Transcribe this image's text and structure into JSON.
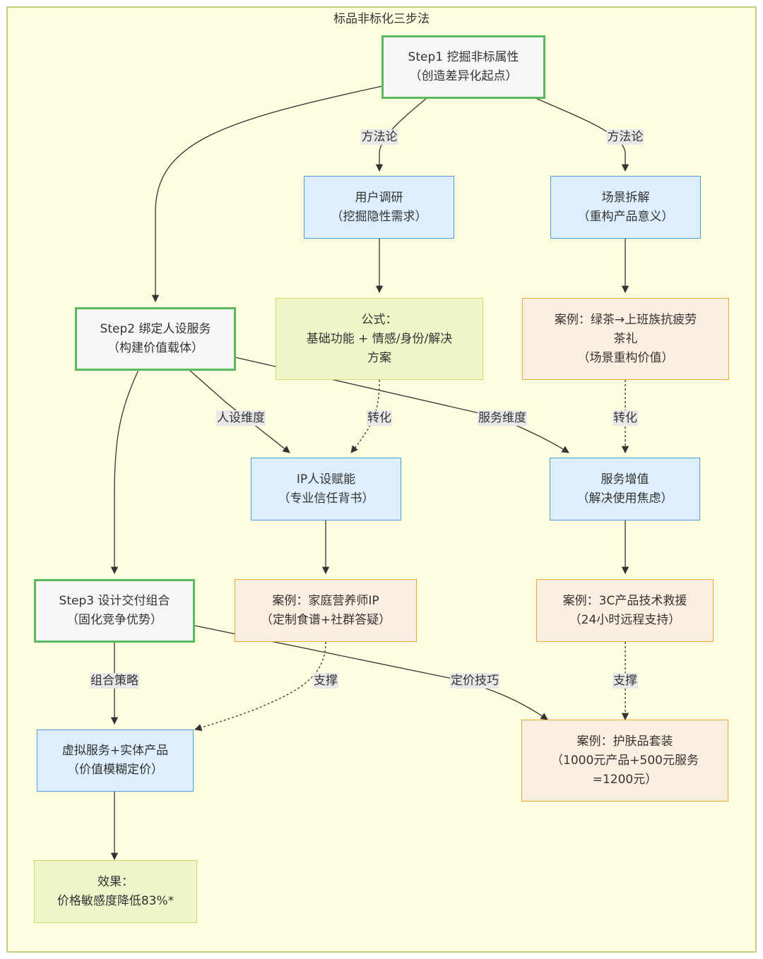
{
  "diagram": {
    "title": "标品非标化三步法",
    "colors": {
      "background": "#fffde0",
      "frame_border": "#c5cc84",
      "step_fill": "#f6f7f4",
      "step_border": "#5cb85c",
      "method_fill": "#ddeefc",
      "method_border": "#4a9fd8",
      "case_fill": "#fdefe0",
      "case_border": "#f0a830",
      "result_fill": "#eef5c8",
      "result_border": "#c9dd66",
      "edge": "#333333",
      "edge_label_bg": "#e8e8e8"
    },
    "nodes": {
      "step1": "Step1 挖掘非标属性\n（创造差异化起点）",
      "user_research": "用户调研\n（挖掘隐性需求）",
      "scene_breakdown": "场景拆解\n（重构产品意义）",
      "step2": "Step2 绑定人设服务\n（构建价值载体）",
      "formula": "公式：\n基础功能 + 情感/身份/解决\n方案",
      "case_green_tea": "案例：绿茶→上班族抗疲劳\n茶礼\n（场景重构价值）",
      "ip_persona": "IP人设赋能\n（专业信任背书）",
      "service_value": "服务增值\n（解决使用焦虑）",
      "step3": "Step3 设计交付组合\n（固化竞争优势）",
      "case_nutritionist": "案例：家庭营养师IP\n（定制食谱+社群答疑）",
      "case_3c": "案例：3C产品技术救援\n（24小时远程支持）",
      "virtual_physical": "虚拟服务+实体产品\n（价值模糊定价）",
      "case_skincare": "案例：护肤品套装\n（1000元产品+500元服务\n=1200元）",
      "result": "效果：\n价格敏感度降低83%*"
    },
    "edges": [
      {
        "from": "step1",
        "to": "step2",
        "label": "",
        "style": "solid"
      },
      {
        "from": "step1",
        "to": "user_research",
        "label": "方法论",
        "style": "solid"
      },
      {
        "from": "step1",
        "to": "scene_breakdown",
        "label": "方法论",
        "style": "solid"
      },
      {
        "from": "user_research",
        "to": "formula",
        "label": "",
        "style": "solid"
      },
      {
        "from": "scene_breakdown",
        "to": "case_green_tea",
        "label": "",
        "style": "solid"
      },
      {
        "from": "step2",
        "to": "ip_persona",
        "label": "人设维度",
        "style": "solid"
      },
      {
        "from": "formula",
        "to": "ip_persona",
        "label": "转化",
        "style": "dotted"
      },
      {
        "from": "step2",
        "to": "service_value",
        "label": "服务维度",
        "style": "solid"
      },
      {
        "from": "case_green_tea",
        "to": "service_value",
        "label": "转化",
        "style": "dotted"
      },
      {
        "from": "step2",
        "to": "step3",
        "label": "",
        "style": "solid"
      },
      {
        "from": "ip_persona",
        "to": "case_nutritionist",
        "label": "",
        "style": "solid"
      },
      {
        "from": "service_value",
        "to": "case_3c",
        "label": "",
        "style": "solid"
      },
      {
        "from": "step3",
        "to": "virtual_physical",
        "label": "组合策略",
        "style": "solid"
      },
      {
        "from": "case_nutritionist",
        "to": "virtual_physical",
        "label": "支撑",
        "style": "dotted"
      },
      {
        "from": "step3",
        "to": "case_skincare",
        "label": "定价技巧",
        "style": "solid"
      },
      {
        "from": "case_3c",
        "to": "case_skincare",
        "label": "支撑",
        "style": "dotted"
      },
      {
        "from": "virtual_physical",
        "to": "result",
        "label": "",
        "style": "solid"
      }
    ]
  }
}
